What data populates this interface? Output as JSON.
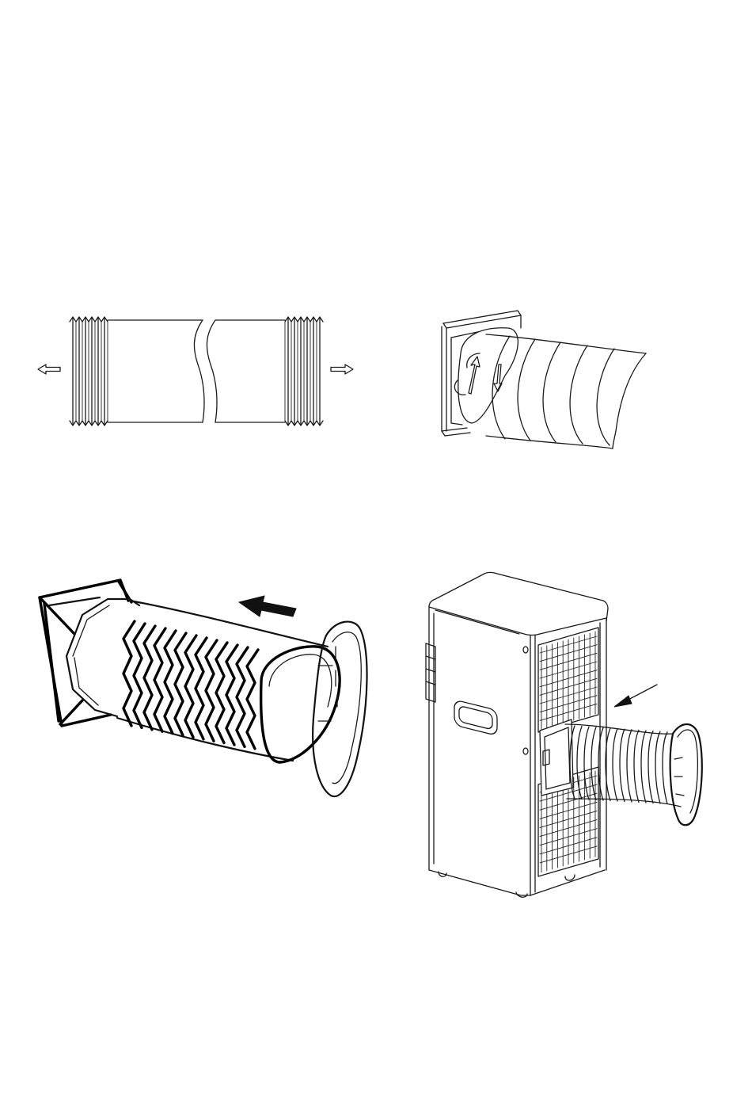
{
  "figures": [
    {
      "id": "hose-extend",
      "icons": [
        "left-arrow-icon",
        "right-arrow-icon"
      ]
    },
    {
      "id": "window-adapter-twist",
      "icons": [
        "rotate-arrow-icon"
      ]
    },
    {
      "id": "adapter-attach-hose",
      "icons": [
        "push-arrow-icon"
      ]
    },
    {
      "id": "unit-connect-hose",
      "icons": [
        "pointer-arrow-icon"
      ]
    }
  ],
  "colors": {
    "line": "#1a1a1a",
    "background": "#ffffff"
  }
}
